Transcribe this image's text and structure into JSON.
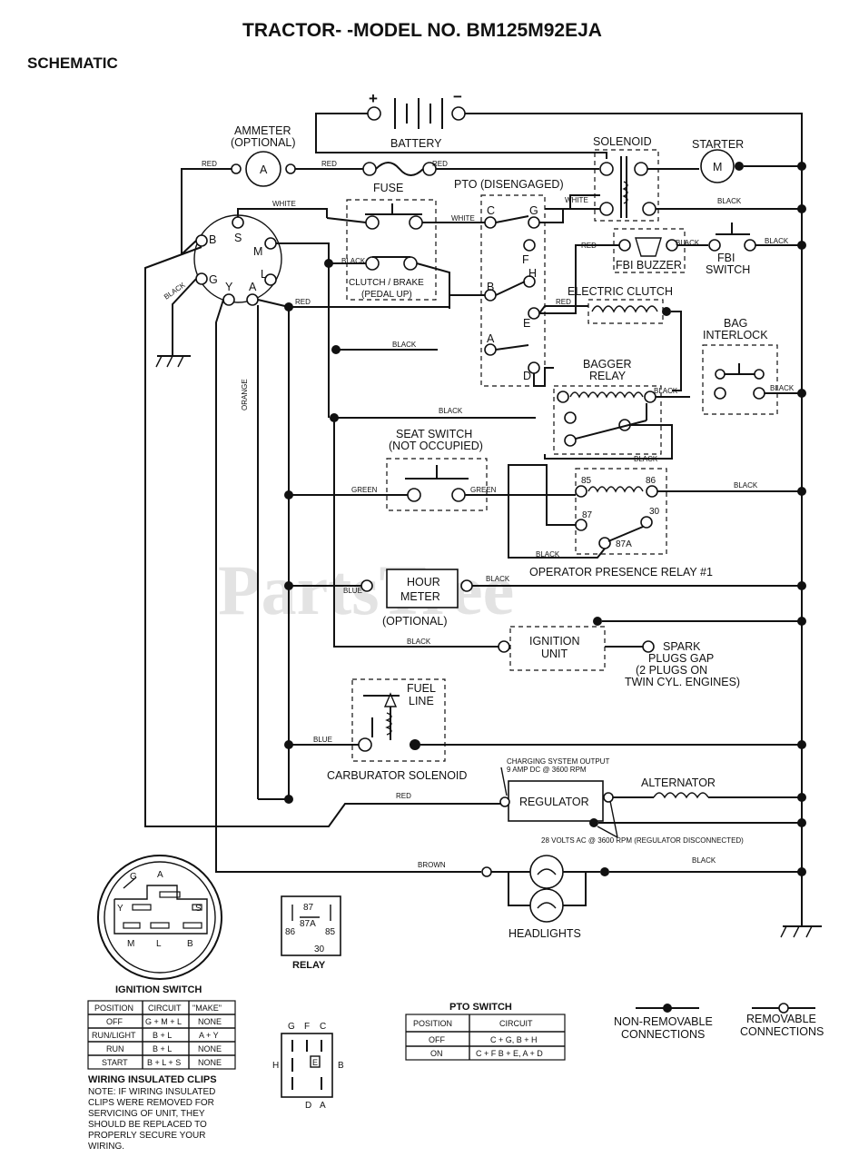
{
  "title": "TRACTOR- -MODEL NO. BM125M92EJA",
  "subtitle": "SCHEMATIC",
  "watermark": "PartsTree",
  "components": {
    "battery": "BATTERY",
    "battery_plus": "+",
    "battery_minus": "−",
    "ammeter": "AMMETER",
    "ammeter_opt": "(OPTIONAL)",
    "ammeter_symbol": "A",
    "solenoid": "SOLENOID",
    "starter": "STARTER",
    "starter_symbol": "M",
    "fuse": "FUSE",
    "pto": "PTO (DISENGAGED)",
    "clutch_brake_1": "CLUTCH / BRAKE",
    "clutch_brake_2": "(PEDAL UP)",
    "fbi_buzzer": "FBI BUZZER",
    "fbi_switch_1": "FBI",
    "fbi_switch_2": "SWITCH",
    "electric_clutch": "ELECTRIC CLUTCH",
    "bag_interlock_1": "BAG",
    "bag_interlock_2": "INTERLOCK",
    "bagger_relay_1": "BAGGER",
    "bagger_relay_2": "RELAY",
    "seat_switch_1": "SEAT SWITCH",
    "seat_switch_2": "(NOT OCCUPIED)",
    "relay_85": "85",
    "relay_86": "86",
    "relay_87": "87",
    "relay_30": "30",
    "relay_87a": "87A",
    "hour_meter_1": "HOUR",
    "hour_meter_2": "METER",
    "hour_meter_opt": "(OPTIONAL)",
    "operator_relay": "OPERATOR PRESENCE RELAY #1",
    "ignition_unit_1": "IGNITION",
    "ignition_unit_2": "UNIT",
    "spark_1": "SPARK",
    "spark_2": "PLUGS GAP",
    "spark_3": "(2 PLUGS ON",
    "spark_4": "TWIN CYL. ENGINES)",
    "fuel_line_1": "FUEL",
    "fuel_line_2": "LINE",
    "carb_solenoid": "CARBURATOR SOLENOID",
    "charging_1": "CHARGING SYSTEM OUTPUT",
    "charging_2": "9 AMP DC @ 3600 RPM",
    "regulator": "REGULATOR",
    "alternator": "ALTERNATOR",
    "volts_ac": "28 VOLTS AC @ 3600 RPM (REGULATOR DISCONNECTED)",
    "headlights": "HEADLIGHTS",
    "relay_title": "RELAY",
    "ignition_switch_title": "IGNITION SWITCH",
    "pto_switch_title": "PTO SWITCH"
  },
  "terminals": {
    "ign": [
      "B",
      "S",
      "M",
      "G",
      "L",
      "Y",
      "A"
    ],
    "pto": [
      "C",
      "G",
      "F",
      "H",
      "B",
      "E",
      "A",
      "D"
    ]
  },
  "wire_colors": {
    "red": "RED",
    "white": "WHITE",
    "black": "BLACK",
    "orange": "ORANGE",
    "green": "GREEN",
    "blue": "BLUE",
    "brown": "BROWN"
  },
  "ignition_switch_table": {
    "headers": [
      "POSITION",
      "CIRCUIT",
      "\"MAKE\""
    ],
    "rows": [
      [
        "OFF",
        "G + M + L",
        "NONE"
      ],
      [
        "RUN/LIGHT",
        "B + L",
        "A + Y"
      ],
      [
        "RUN",
        "B + L",
        "NONE"
      ],
      [
        "START",
        "B + L + S",
        "NONE"
      ]
    ]
  },
  "pto_switch_table": {
    "headers": [
      "POSITION",
      "CIRCUIT"
    ],
    "rows": [
      [
        "OFF",
        "C + G, B + H"
      ],
      [
        "ON",
        "C + F  B + E, A + D"
      ]
    ]
  },
  "wiring_note": [
    "WIRING INSULATED CLIPS",
    "NOTE: IF WIRING INSULATED",
    "CLIPS WERE REMOVED FOR",
    "SERVICING OF UNIT, THEY",
    "SHOULD BE REPLACED TO",
    "PROPERLY SECURE YOUR",
    " WIRING."
  ],
  "legend": {
    "non_removable_1": "NON-REMOVABLE",
    "non_removable_2": "CONNECTIONS",
    "removable_1": "REMOVABLE",
    "removable_2": "CONNECTIONS"
  },
  "ign_key_labels": [
    "G",
    "A",
    "Y",
    "S",
    "M",
    "L",
    "B"
  ],
  "pto_key_labels": [
    "G",
    "F",
    "C",
    "H",
    "E",
    "B",
    "D",
    "A"
  ],
  "relay_pins": [
    "87",
    "87A",
    "86",
    "85",
    "30"
  ]
}
